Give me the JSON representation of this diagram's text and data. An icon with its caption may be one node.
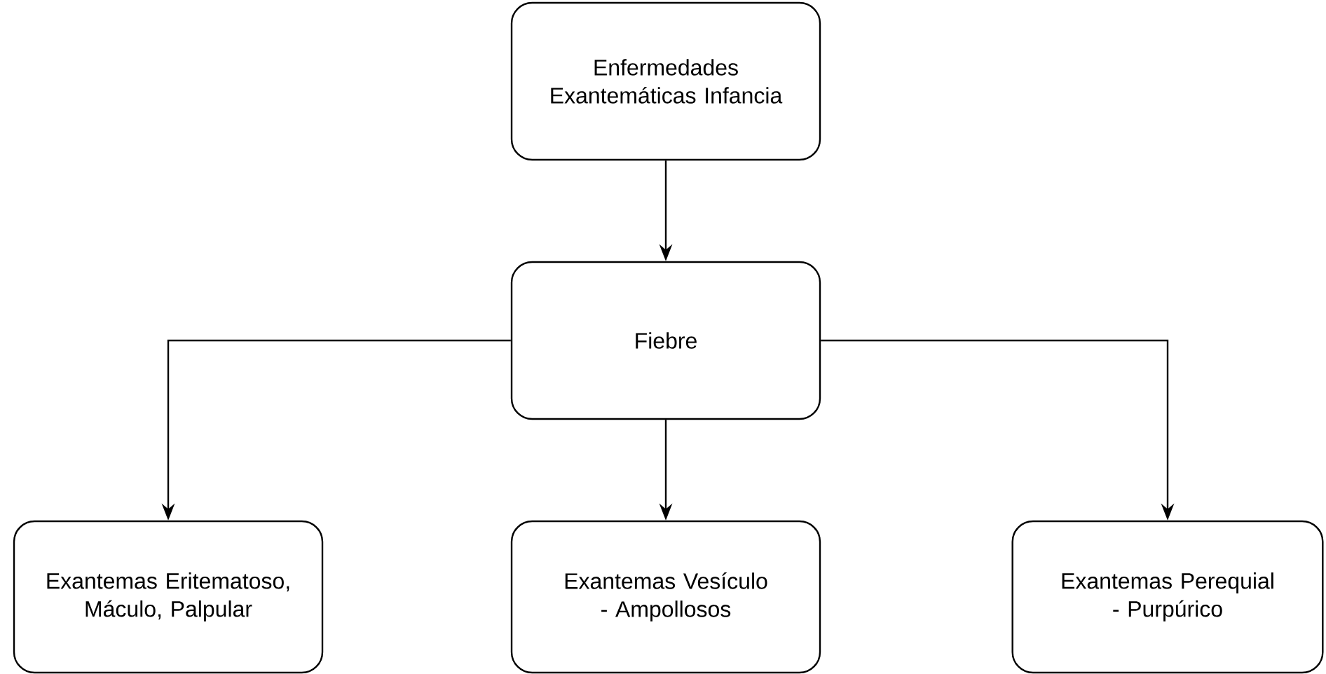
{
  "diagram": {
    "nodes": [
      {
        "text": [
          "Enfermedades Exantemáticas Infancia"
        ]
      },
      {
        "text": [
          "Fiebre"
        ]
      },
      {
        "text": [
          "Exantemas Eritematoso, Máculo, Palpular"
        ]
      },
      {
        "text": [
          "Exantemas Vesículo - Ampollosos"
        ]
      },
      {
        "text": [
          "Exantemas Perequial - Purpúrico"
        ]
      }
    ],
    "edges": [
      {
        "from": 0,
        "to": 1,
        "arrow": "to"
      },
      {
        "from": 1,
        "to": 2,
        "arrow": "to"
      },
      {
        "from": 1,
        "to": 3,
        "arrow": "to"
      },
      {
        "from": 1,
        "to": 4,
        "arrow": "to"
      }
    ]
  }
}
